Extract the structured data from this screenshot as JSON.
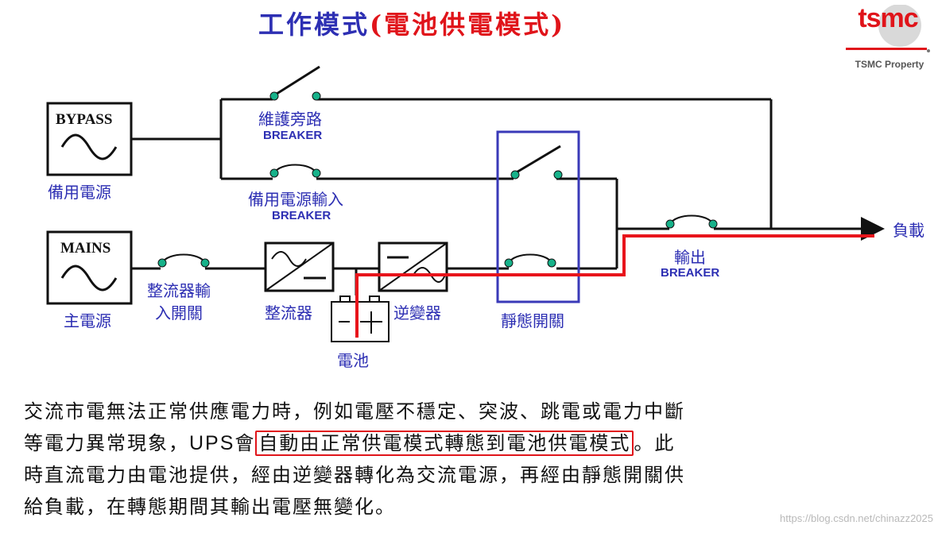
{
  "title": {
    "part1": "工作模式",
    "part2": "(電池供電模式)"
  },
  "logo": {
    "brand": "tsmc",
    "caption": "TSMC Property"
  },
  "colors": {
    "line": "#111111",
    "label_blue": "#2d2fb3",
    "highlight_red": "#e0141a",
    "node_green": "#17b28a",
    "static_switch_box": "#3a3ab8"
  },
  "diagram": {
    "bypass_box": "BYPASS",
    "mains_box": "MAINS",
    "bypass_source": "備用電源",
    "main_source": "主電源",
    "maint_bypass": "維護旁路",
    "maint_bypass_breaker": "BREAKER",
    "bypass_input": "備用電源輸入",
    "bypass_input_breaker": "BREAKER",
    "rectifier_input_line1": "整流器輸",
    "rectifier_input_line2": "入開關",
    "rectifier": "整流器",
    "inverter": "逆變器",
    "battery": "電池",
    "static_switch": "靜態開關",
    "output": "輸出",
    "output_breaker": "BREAKER",
    "load": "負載"
  },
  "body": {
    "line1": "交流市電無法正常供應電力時，例如電壓不穩定、突波、跳電或電力中斷",
    "line2_pre": "等電力異常現象，",
    "line2_ups": "UPS",
    "line2_mid": "會",
    "line2_hl": "自動由正常供電模式轉態到電池供電模式",
    "line2_post": "。此",
    "line3": "時直流電力由電池提供，經由逆變器轉化為交流電源，再經由靜態開關供",
    "line4": "給負載，在轉態期間其輸出電壓無變化。"
  },
  "watermark": "https://blog.csdn.net/chinazz2025"
}
